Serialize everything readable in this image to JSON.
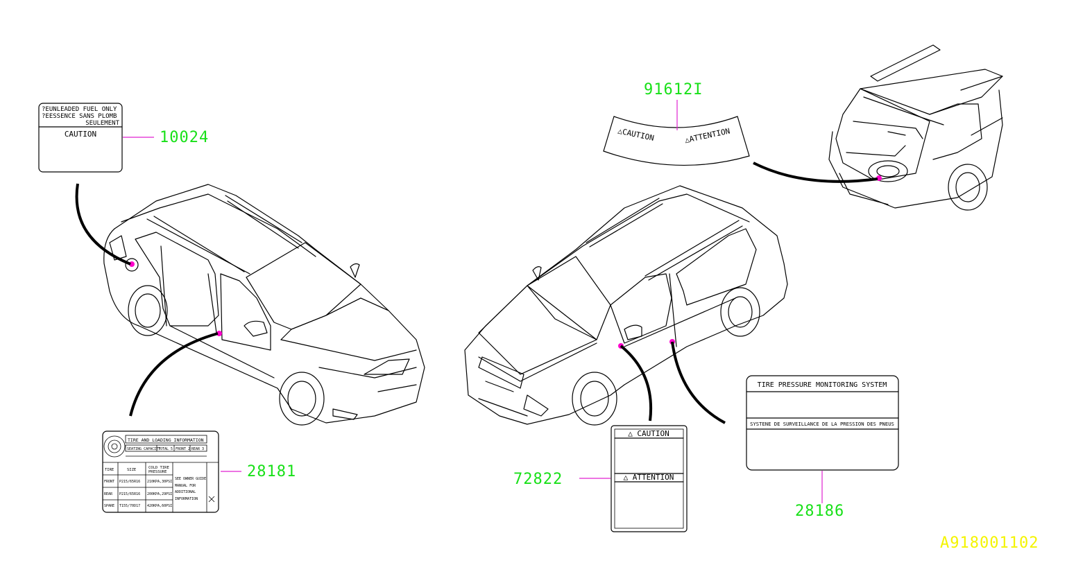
{
  "colors": {
    "part_number": "#18e018",
    "reference": "#f4f400",
    "leader": "#e020d0",
    "marker": "#ff00cc"
  },
  "parts": {
    "p10024": "10024",
    "p91612": "91612I",
    "p28181": "28181",
    "p72822": "72822",
    "p28186": "28186"
  },
  "diagram_ref": "A918001102",
  "labels": {
    "fuel": {
      "line1": "?EUNLEADED FUEL ONLY",
      "line2": "?EESSENCE SANS PLOMB",
      "line3": "SEULEMENT",
      "caution": "CAUTION"
    },
    "arc": {
      "left": "△CAUTION",
      "right": "△ATTENTION"
    },
    "tire": {
      "title": "TIRE AND LOADING INFORMATION",
      "seating": "SEATING CAPACITY",
      "total": "TOTAL 5",
      "front": "FRONT 2",
      "rear": "REAR 3",
      "col_tire": "TIRE",
      "col_size": "SIZE",
      "col_cold1": "COLD TIRE",
      "col_cold2": "PRESSURE",
      "row_front": "FRONT",
      "row_rear": "REAR",
      "row_spare": "SPARE",
      "size_front": "P215/65R16",
      "size_rear": "P215/65R16",
      "size_spare": "T155/70D17",
      "pres_front": "210KPA,30PSI",
      "pres_rear": "200KPA,29PSI",
      "pres_spare": "420KPA,60PSI",
      "note1": "SEE OWNER GUIDE",
      "note2": "MANUAL FOR",
      "note3": "ADDITIONAL",
      "note4": "INFORMATION"
    },
    "caution_attention": {
      "caution": "△ CAUTION",
      "attention": "△ ATTENTION"
    },
    "tpms": {
      "title": "TIRE PRESSURE MONITORING SYSTEM",
      "french": "SYSTENE DE SURVEILLANCE DE LA PRESSION DES PNEUS"
    }
  }
}
